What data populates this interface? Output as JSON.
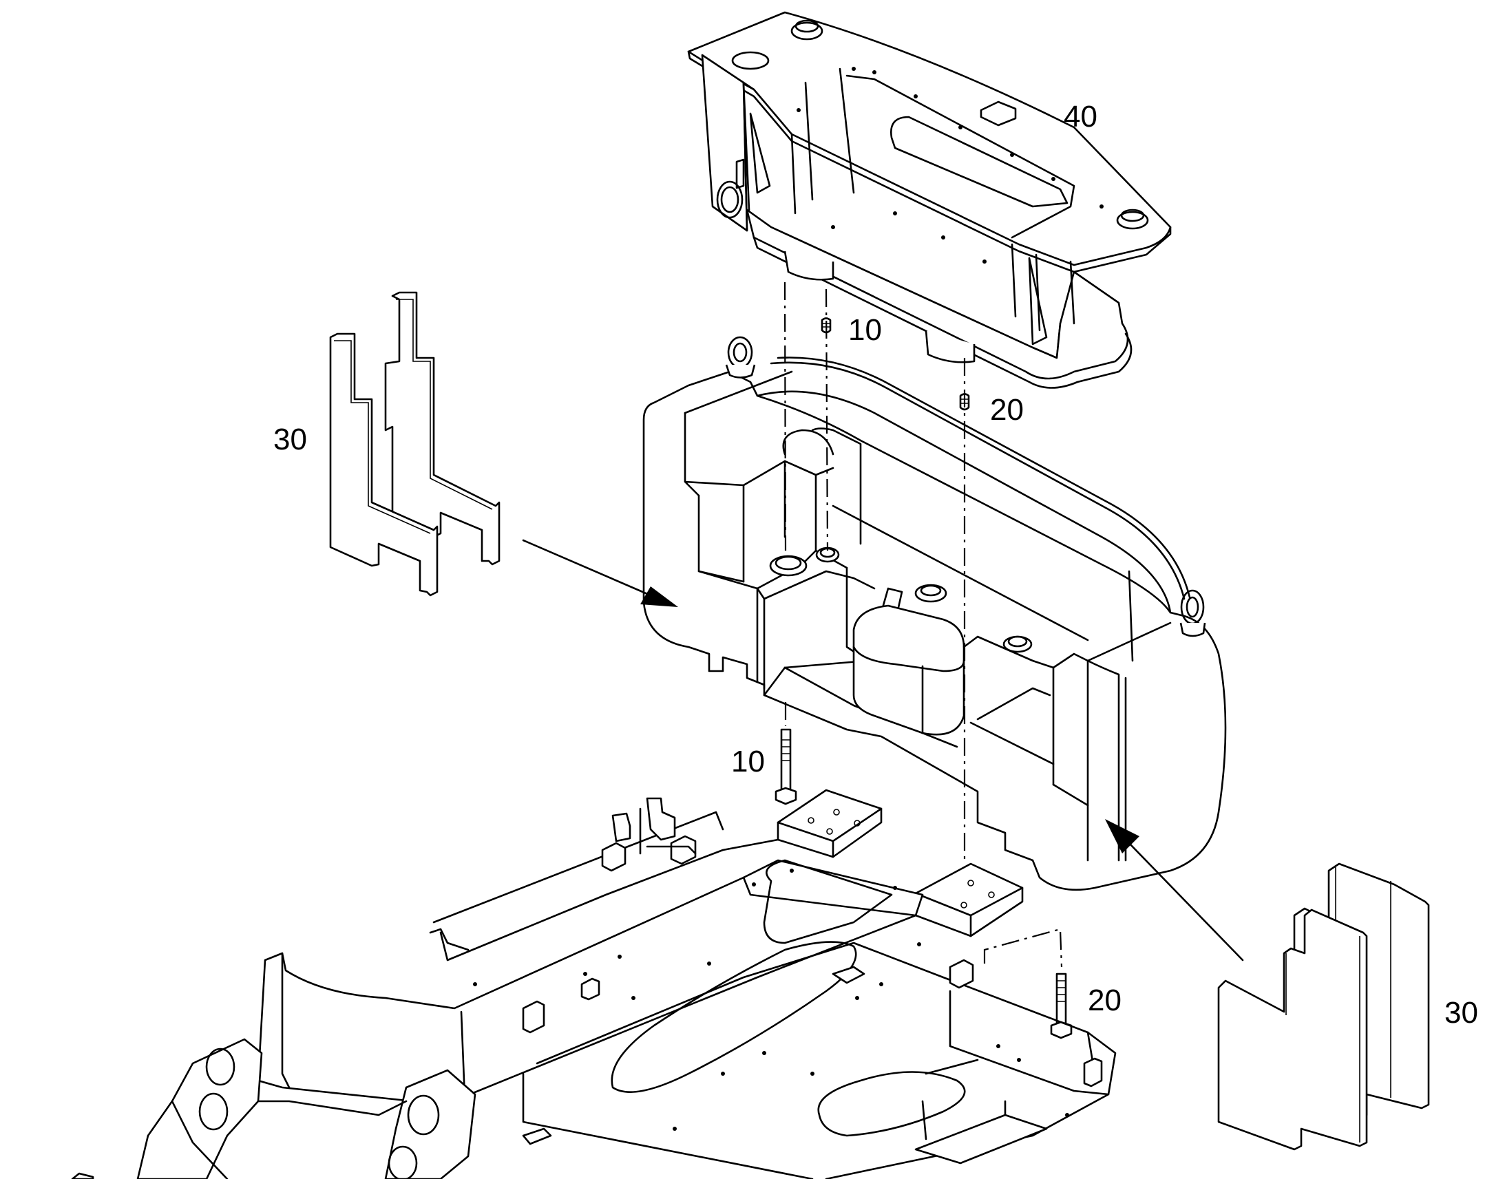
{
  "callouts": {
    "item_40": "40",
    "item_10_upper": "10",
    "item_20_upper": "20",
    "item_30_left": "30",
    "item_10_lower": "10",
    "item_20_lower": "20",
    "item_30_right": "30"
  },
  "colors": {
    "line": "#000000",
    "background": "#ffffff"
  }
}
